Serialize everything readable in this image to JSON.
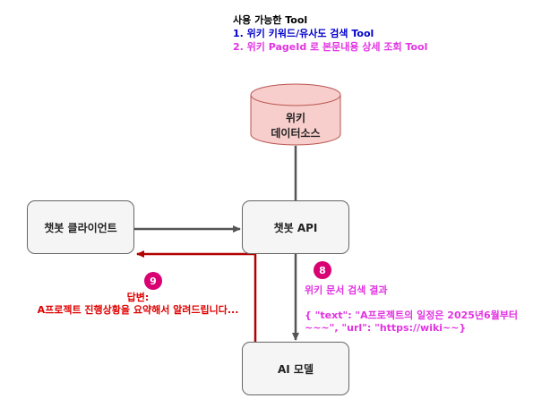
{
  "tools": {
    "header": "사용 가능한 Tool",
    "tool1": "1. 위키 키워드/유사도 검색 Tool",
    "tool2": "2. 위키 PageId 로 본문내용 상세 조회 Tool"
  },
  "nodes": {
    "db": {
      "line1": "위키",
      "line2": "데이터소스"
    },
    "client": "챗봇 클라이언트",
    "api": "챗봇 API",
    "model": "AI 모델"
  },
  "steps": {
    "eight": {
      "number": "8",
      "title": "위키 문서 검색 결과",
      "json_line1": "{ \"text\": \"A프로젝트의 일정은 2025년6월부터",
      "json_line2": "~~~\", \"url\": \"https://wiki~~}"
    },
    "nine": {
      "number": "9",
      "label": "답변:",
      "text": "A프로젝트 진행상황을 요약해서 알려드립니다..."
    }
  },
  "colors": {
    "db_fill": "#f8cecc",
    "db_stroke": "#b85450",
    "box_fill": "#f5f5f5",
    "arrow_gray": "#555555",
    "arrow_red": "#b20000",
    "badge": "#d80073",
    "tool1": "#0000cc",
    "tool2": "#e233e2"
  }
}
